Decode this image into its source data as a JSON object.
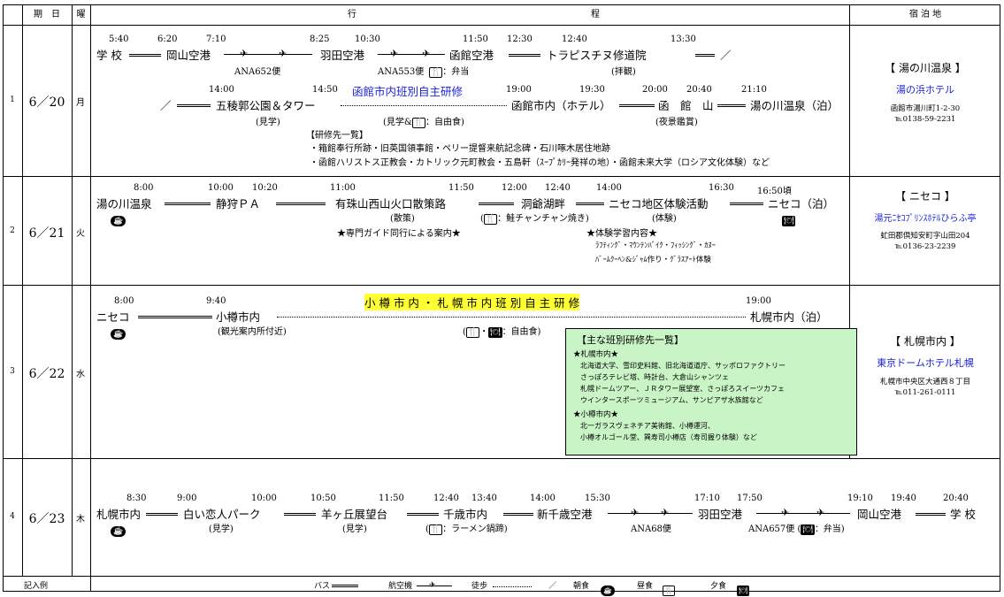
{
  "header": {
    "period": "期　日",
    "weekday": "曜",
    "itinerary_left": "行",
    "itinerary_right": "程",
    "lodging": "宿 泊 地"
  },
  "days": [
    {
      "no": "1",
      "date": "6／20",
      "weekday": "月",
      "times_a": [
        "5:40",
        "6:20",
        "7:10",
        "8:25",
        "10:30",
        "11:50",
        "12:30",
        "12:40",
        "13:30"
      ],
      "places_a": [
        "学 校",
        "岡山空港",
        "羽田空港",
        "函館空港",
        "トラピスチヌ修道院",
        "／"
      ],
      "notes_a": [
        "ANA652便",
        "ANA553便",
        "：弁当",
        "(拝観)"
      ],
      "times_b": [
        "14:00",
        "14:50",
        "19:00",
        "19:30",
        "20:00",
        "20:40",
        "21:10"
      ],
      "title_b": "函館市内班別自主研修",
      "places_b": [
        "／",
        "五稜郭公園＆タワー",
        "函館市内（ホテル）",
        "函　館　山",
        "湯の川温泉（泊）"
      ],
      "notes_b": [
        "(見学)",
        "(見学&",
        "：自由食)",
        "(夜景鑑賞)"
      ],
      "study_title": "【研修先一覧】",
      "study_1": "・箱館奉行所跡・旧英国領事館・ペリー提督来航記念碑・石川啄木居住地跡",
      "study_2": "・函館ハリストス正教会・カトリック元町教会・五島軒（ｽｰﾌﾟｶﾘｰ発祥の地）・函館未来大学（ロシア文化体験）など",
      "lodge": {
        "name": "【 湯の川温泉 】",
        "hotel": "湯の浜ホテル",
        "addr": "函館市湯川町1-2-30",
        "tel": "℡0138-59-2231"
      }
    },
    {
      "no": "2",
      "date": "6／21",
      "weekday": "火",
      "times": [
        "8:00",
        "10:00",
        "10:20",
        "11:00",
        "11:50",
        "12:00",
        "12:40",
        "14:00",
        "16:30",
        "16:50頃"
      ],
      "places": [
        "湯の川温泉",
        "静狩ＰＡ",
        "有珠山西山火口散策路",
        "洞爺湖畔",
        "ニセコ地区体験活動",
        "ニセコ（泊）"
      ],
      "notes": [
        "(散策)",
        "：鮭チャンチャン焼き)",
        "(体験)"
      ],
      "guide": "★専門ガイド同行による案内★",
      "exp_title": "★体験学習内容★",
      "exp_1": "ﾗﾌﾃｨﾝｸﾞ・ﾏｳﾝﾃﾝﾊﾞｲｸ・ﾌｨｯｼﾝｸﾞ・ｶﾇｰ",
      "exp_2": "ﾊﾞｰﾑｸｰﾍﾝ&ｼﾞｬﾑ作り・ｸﾞﾗｽｱｰﾄ体験",
      "lodge": {
        "name": "【 ニセコ 】",
        "hotel": "湯元ﾆｾｺﾌﾟﾘﾝｽﾎﾃﾙひらふ亭",
        "addr": "虻田郡倶知安町字山田204",
        "tel": "℡0136-23-2239"
      }
    },
    {
      "no": "3",
      "date": "6／22",
      "weekday": "水",
      "times": [
        "8:00",
        "9:40",
        "19:00"
      ],
      "title": "小 樽 市 内 ・ 札 幌 市 内 班 別 自 主 研 修",
      "places": [
        "ニセコ",
        "小樽市内",
        "札幌市内（泊）"
      ],
      "notes": [
        "(観光案内所付近)",
        "：自由食)"
      ],
      "box": {
        "title": "【主な班別研修先一覧】",
        "s1": "★札幌市内★",
        "s1_lines": [
          "北海道大学、雪印史料館、旧北海道道庁、サッポロファクトリー",
          "さっぽろテレビ塔、時計台、大倉山シャンツェ",
          "札幌ドームツアー、ＪＲタワー展望室、さっぽろスイーツカフェ",
          "ウインタースポーツミュージアム、サンピアザ水族館など"
        ],
        "s2": "★小樽市内★",
        "s2_lines": [
          "北一ガラスヴェネチア美術館、小樽運河、",
          "小樽オルゴール堂、巽寿司小樽店（寿司握り体験）など"
        ]
      },
      "lodge": {
        "name": "【 札幌市内 】",
        "hotel": "東京ドームホテル札幌",
        "addr": "札幌市中央区大通西８丁目",
        "tel": "℡011-261-0111"
      }
    },
    {
      "no": "4",
      "date": "6／23",
      "weekday": "木",
      "times": [
        "8:30",
        "9:00",
        "10:00",
        "10:50",
        "11:50",
        "12:40",
        "13:40",
        "14:00",
        "15:30",
        "17:10",
        "17:50",
        "19:10",
        "19:40",
        "20:40"
      ],
      "places": [
        "札幌市内",
        "白い恋人パーク",
        "羊ヶ丘展望台",
        "千歳市内",
        "新千歳空港",
        "羽田空港",
        "岡山空港",
        "学 校"
      ],
      "notes": [
        "(見学)",
        "(見学)",
        "：ラーメン鍋蹄)",
        "ANA68便",
        "ANA657便 (",
        "：弁当)"
      ]
    }
  ],
  "legend": {
    "label": "記入例",
    "bus": "バス",
    "air": "航空機",
    "walk": "徒歩",
    "slash": "／",
    "breakfast": "朝食",
    "lunch": "昼食",
    "dinner": "夕食"
  },
  "icons": {
    "breakfast": "cup-icon",
    "lunch": "cutlery-icon",
    "dinner": "dinner-icon",
    "plane": "airplane-icon",
    "bus": "bus-icon",
    "walk": "walker-icon"
  }
}
